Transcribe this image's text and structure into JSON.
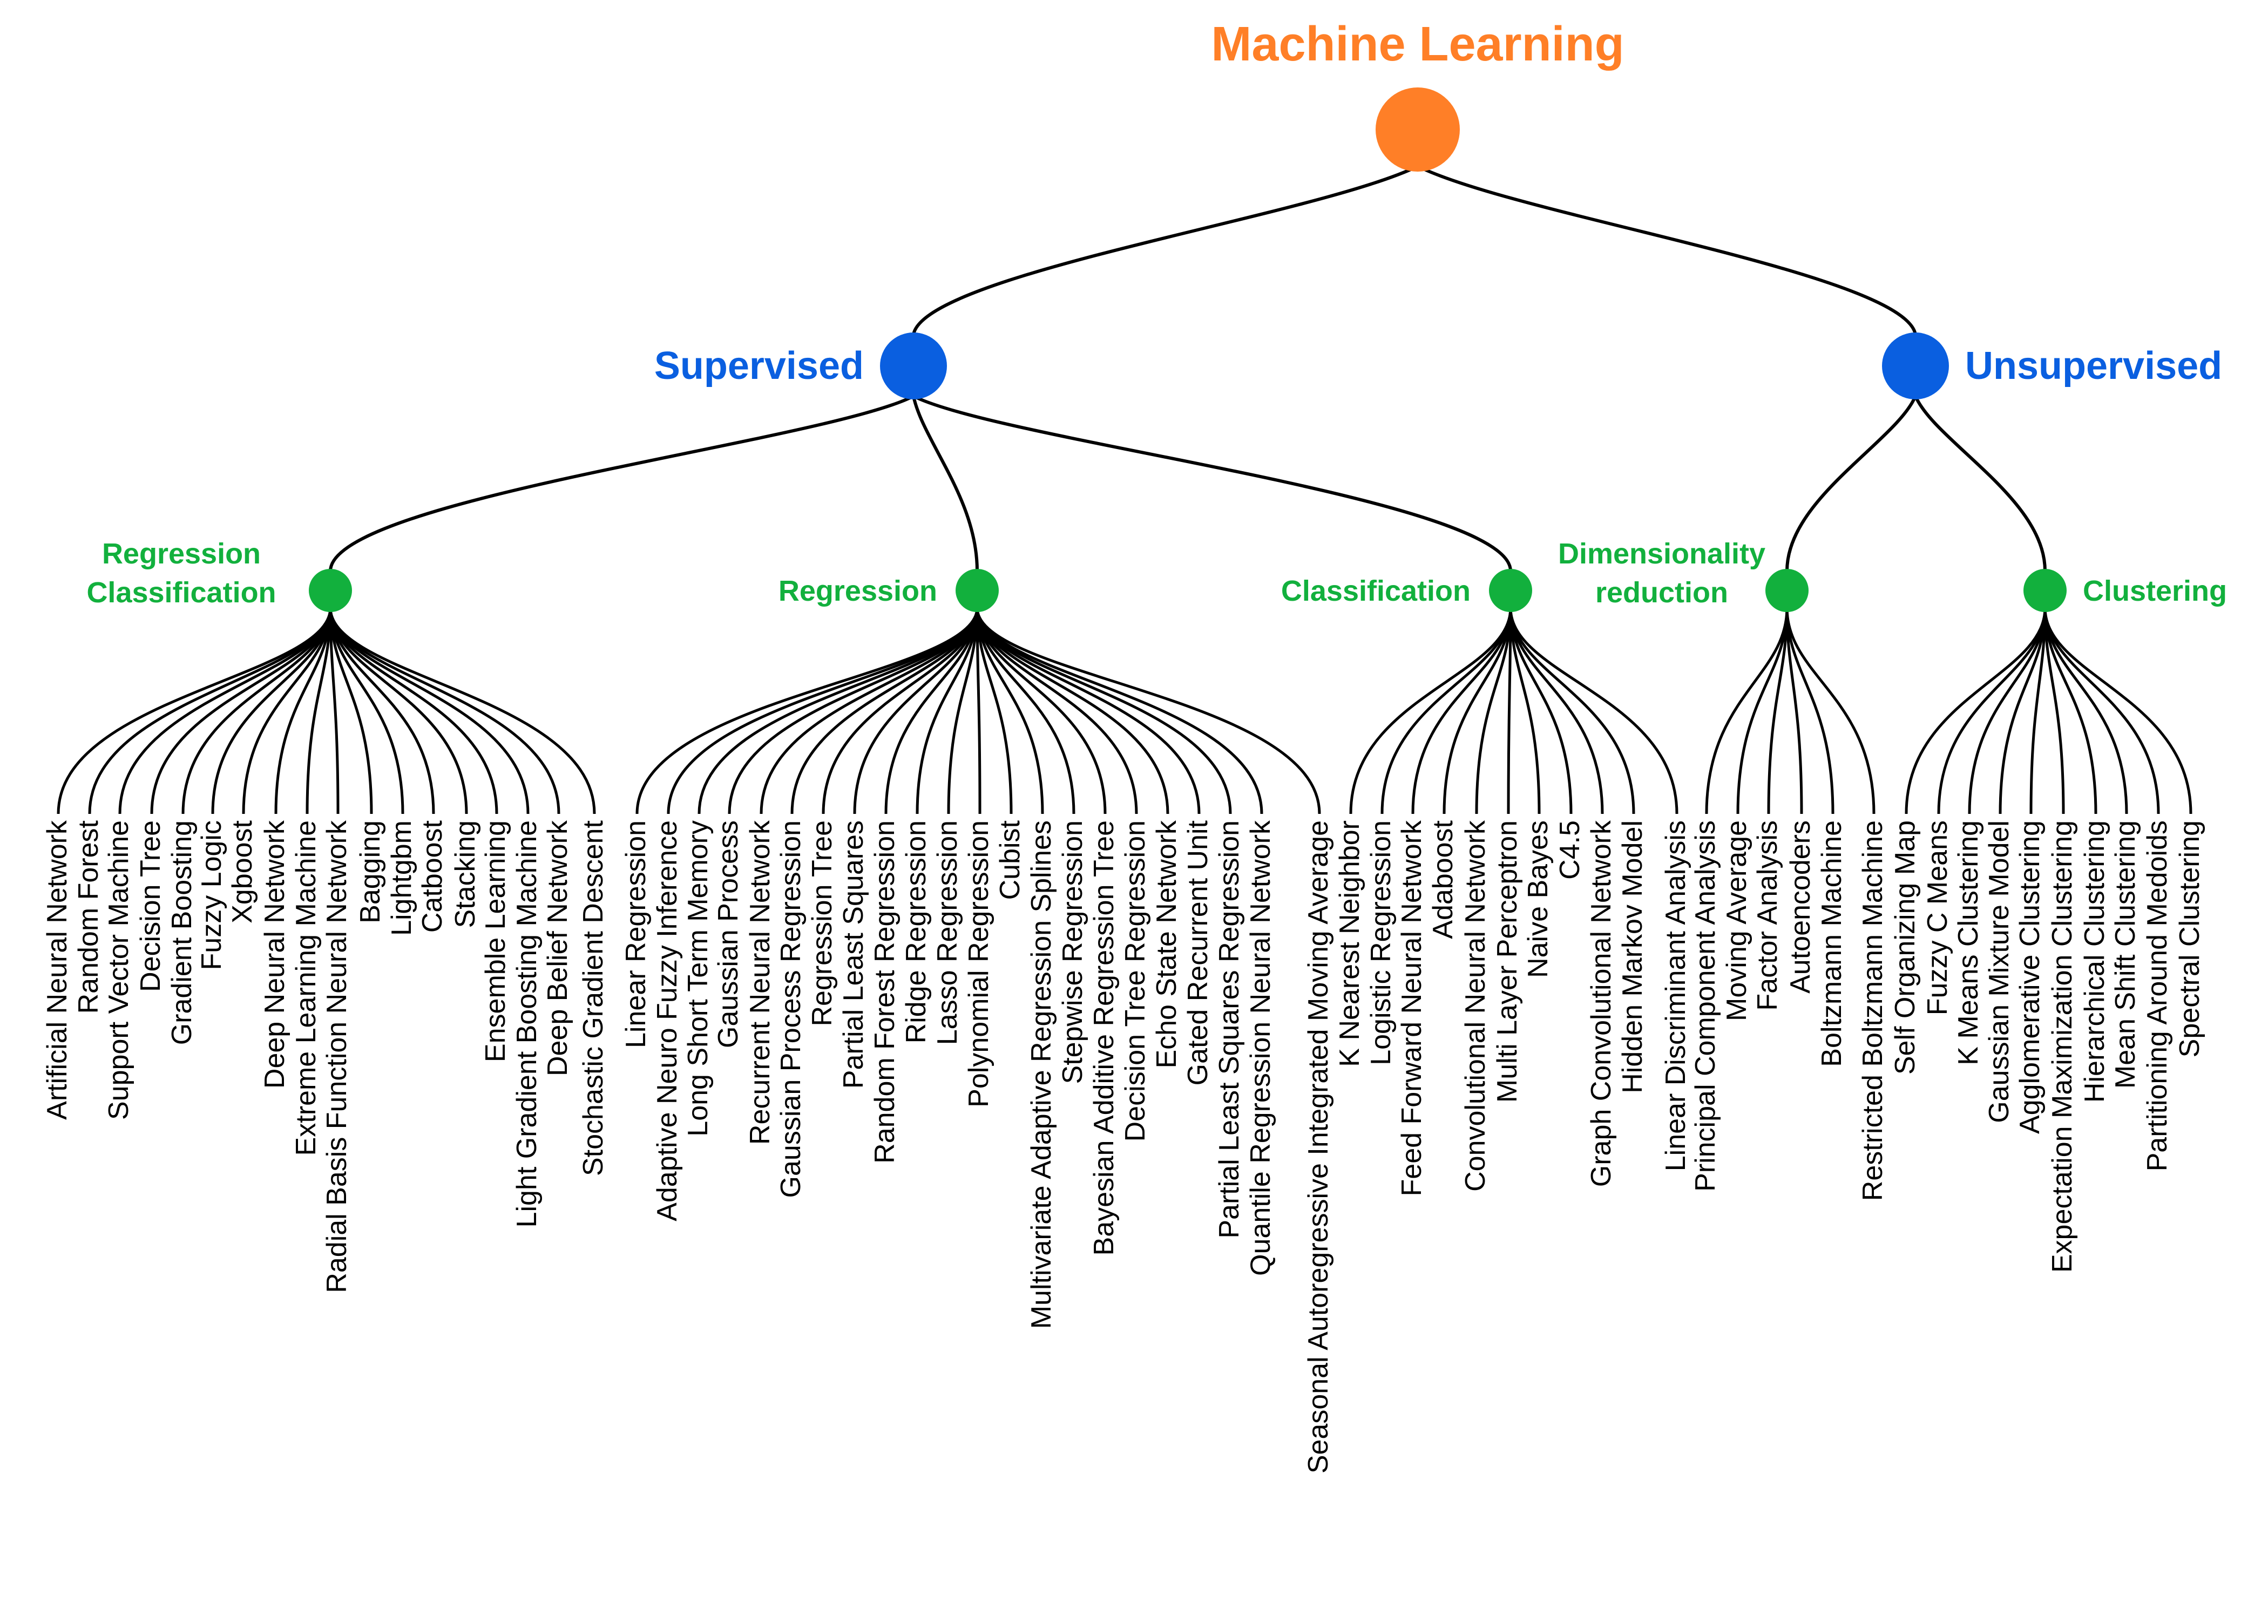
{
  "colors": {
    "root": "#FF7F27",
    "level1": "#0A5FE0",
    "level2": "#12B03D",
    "edge": "#000000",
    "leaf_text": "#000000"
  },
  "tree": {
    "label": "Machine Learning",
    "children": [
      {
        "label": "Supervised",
        "children": [
          {
            "label": "Regression Classification",
            "label_lines": [
              "Regression",
              "Classification"
            ],
            "leaves": [
              "Artificial Neural Network",
              "Random Forest",
              "Support Vector Machine",
              "Decision Tree",
              "Gradient Boosting",
              "Fuzzy Logic",
              "Xgboost",
              "Deep Neural Network",
              "Extreme Learning Machine",
              "Radial Basis Function Neural Network",
              "Bagging",
              "Lightgbm",
              "Catboost",
              "Stacking",
              "Ensemble Learning",
              "Light Gradient Boosting Machine",
              "Deep Belief Network",
              "Stochastic Gradient Descent"
            ]
          },
          {
            "label": "Regression",
            "label_lines": [
              "Regression"
            ],
            "leaves": [
              "Linear Regression",
              "Adaptive Neuro Fuzzy Inference",
              "Long Short Term Memory",
              "Gaussian Process",
              "Recurrent Neural Network",
              "Gaussian Process Regression",
              "Regression Tree",
              "Partial Least Squares",
              "Random Forest Regression",
              "Ridge Regression",
              "Lasso Regression",
              "Polynomial Regression",
              "Cubist",
              "Multivariate Adaptive Regression Splines",
              "Stepwise Regression",
              "Bayesian Additive Regression Tree",
              "Decision Tree Regression",
              "Echo State Network",
              "Gated Recurrent Unit",
              "Partial Least Squares Regression",
              "Quantile Regression Neural Network",
              "Seasonal Autoregressive Integrated Moving Average"
            ]
          },
          {
            "label": "Classification",
            "label_lines": [
              "Classification"
            ],
            "leaves": [
              "K Nearest Neighbor",
              "Logistic Regression",
              "Feed Forward Neural Network",
              "Adaboost",
              "Convolutional Neural Network",
              "Multi Layer Perceptron",
              "Naive Bayes",
              "C4.5",
              "Graph Convolutional Network",
              "Hidden Markov Model",
              "Linear Discriminant Analysis"
            ]
          }
        ]
      },
      {
        "label": "Unsupervised",
        "children": [
          {
            "label": "Dimensionality reduction",
            "label_lines": [
              "Dimensionality",
              "reduction"
            ],
            "leaves": [
              "Principal Component Analysis",
              "Moving Average",
              "Factor Analysis",
              "Autoencoders",
              "Boltzmann Machine",
              "Restricted Boltzmann Machine"
            ]
          },
          {
            "label": "Clustering",
            "label_lines": [
              "Clustering"
            ],
            "leaves": [
              "Self Organizing Map",
              "Fuzzy C Means",
              "K Means Clustering",
              "Gaussian Mixture Model",
              "Agglomerative Clustering",
              "Expectation Maximization Clustering",
              "Hierarchical Clustering",
              "Mean Shift Clustering",
              "Partitioning Around Medoids",
              "Spectral Clustering"
            ]
          }
        ]
      }
    ]
  }
}
